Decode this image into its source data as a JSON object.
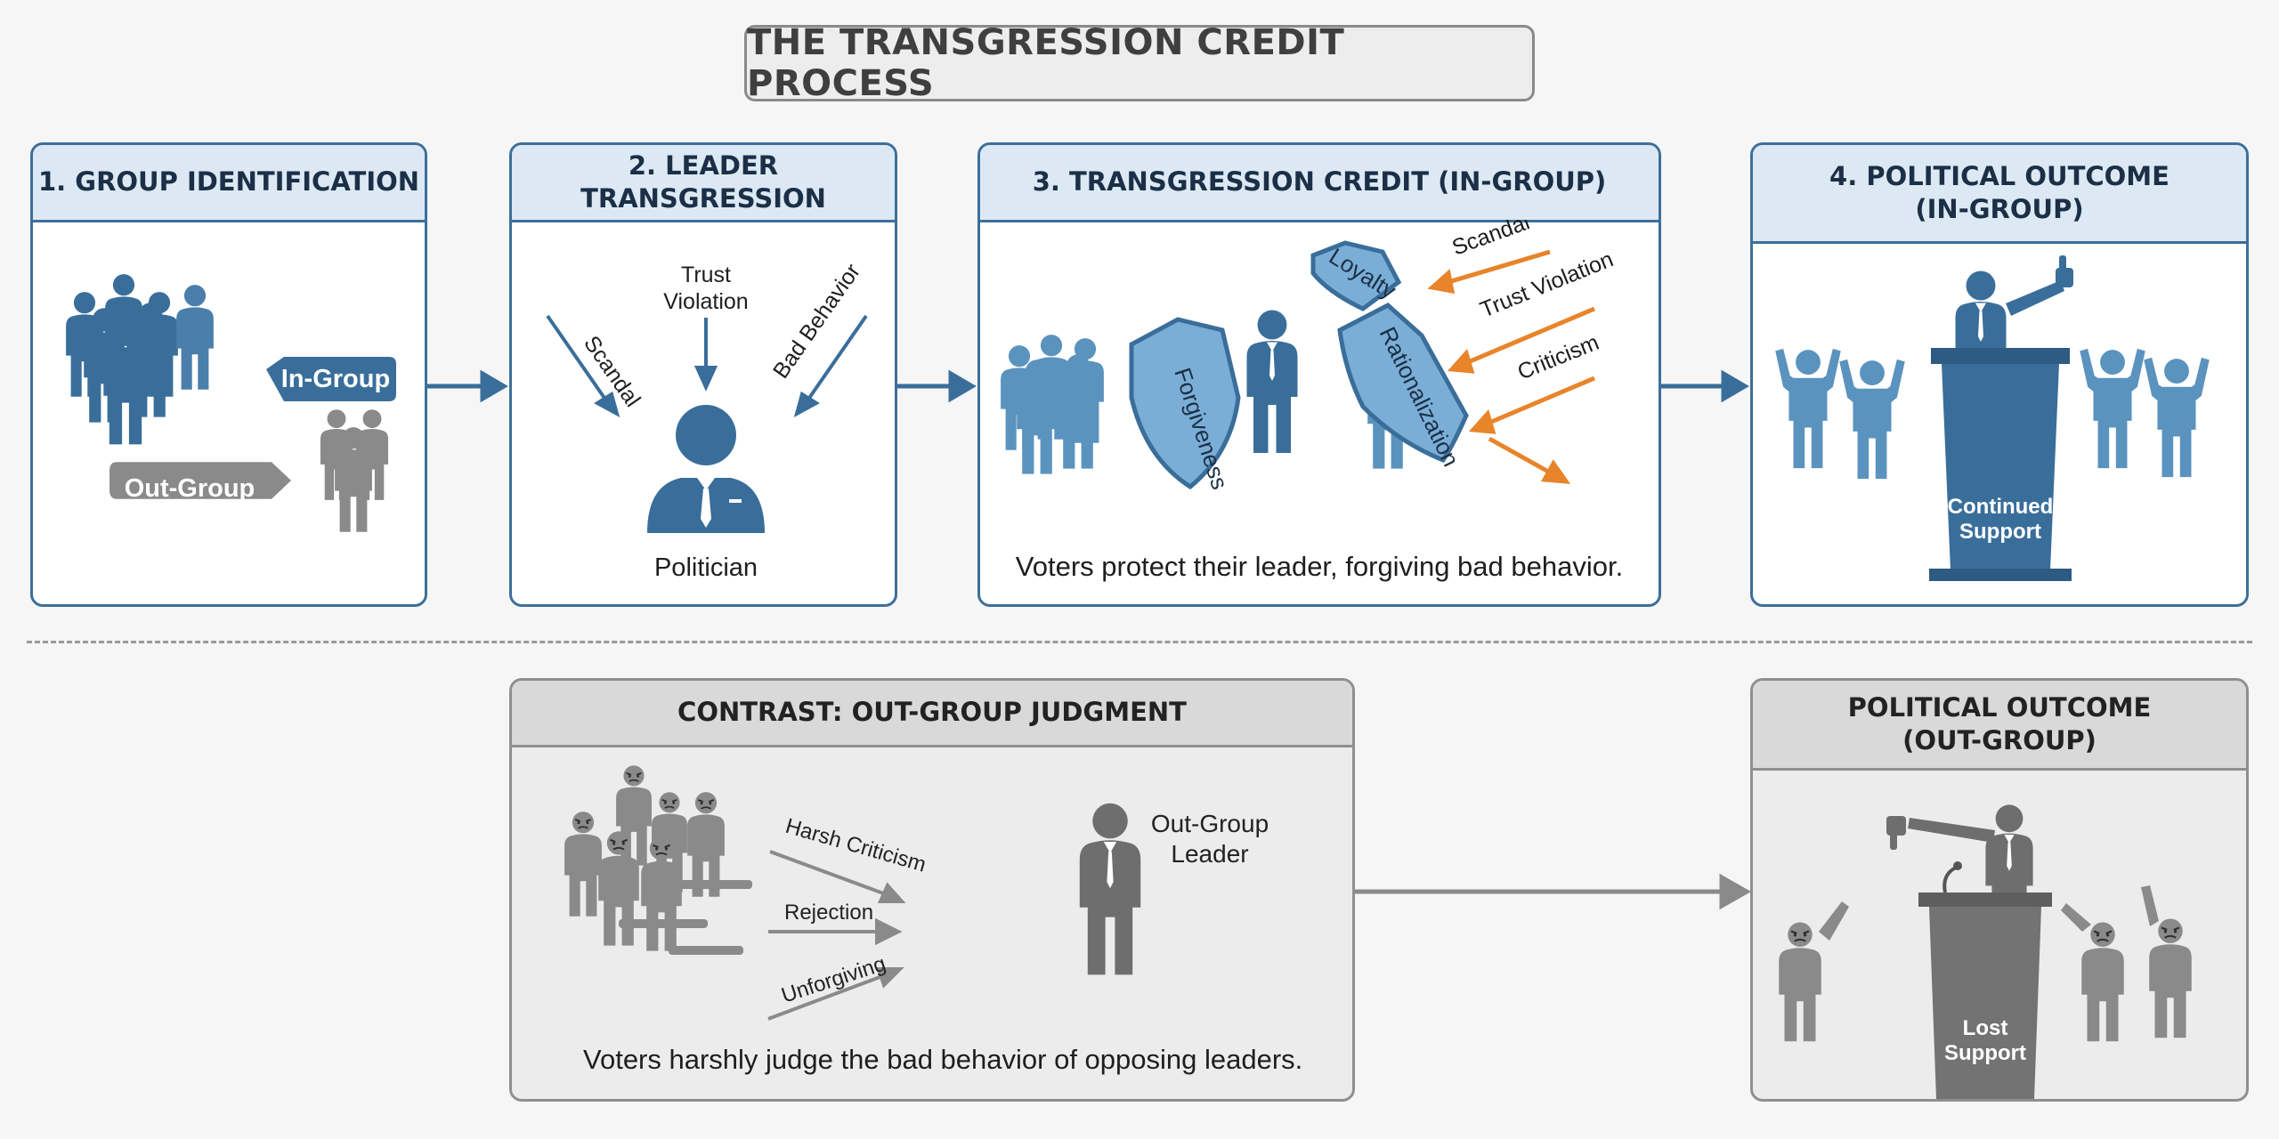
{
  "title": "THE TRANSGRESSION CREDIT PROCESS",
  "panels": {
    "p1": {
      "title": "1. GROUP IDENTIFICATION",
      "in_group": "In-Group",
      "out_group": "Out-Group"
    },
    "p2": {
      "title_l1": "2. LEADER",
      "title_l2": "TRANSGRESSION",
      "arrow_left": "Scandal",
      "arrow_top_l1": "Trust",
      "arrow_top_l2": "Violation",
      "arrow_right": "Bad Behavior",
      "figure_label": "Politician"
    },
    "p3": {
      "title": "3. TRANSGRESSION CREDIT (IN-GROUP)",
      "shield_1": "Forgiveness",
      "shield_2": "Loyalty",
      "shield_3": "Rationalization",
      "arrow_1": "Scandal",
      "arrow_2": "Trust Violation",
      "arrow_3": "Criticism",
      "caption": "Voters protect their leader, forgiving bad behavior."
    },
    "p4": {
      "title_l1": "4. POLITICAL OUTCOME",
      "title_l2": "(IN-GROUP)",
      "podium_l1": "Continued",
      "podium_l2": "Support"
    },
    "contrast": {
      "title": "CONTRAST: OUT-GROUP JUDGMENT",
      "arrow_1": "Harsh Criticism",
      "arrow_2": "Rejection",
      "arrow_3": "Unforgiving",
      "leader_l1": "Out-Group",
      "leader_l2": "Leader",
      "caption": "Voters harshly judge the bad behavior of opposing leaders."
    },
    "p5": {
      "title_l1": "POLITICAL OUTCOME",
      "title_l2": "(OUT-GROUP)",
      "podium_l1": "Lost",
      "podium_l2": "Support"
    }
  },
  "colors": {
    "blue": "#3a6e9a",
    "light_blue": "#5b93bf",
    "gray": "#8a8a8a",
    "orange": "#e8842a",
    "head_blue": "#dce9f4"
  }
}
